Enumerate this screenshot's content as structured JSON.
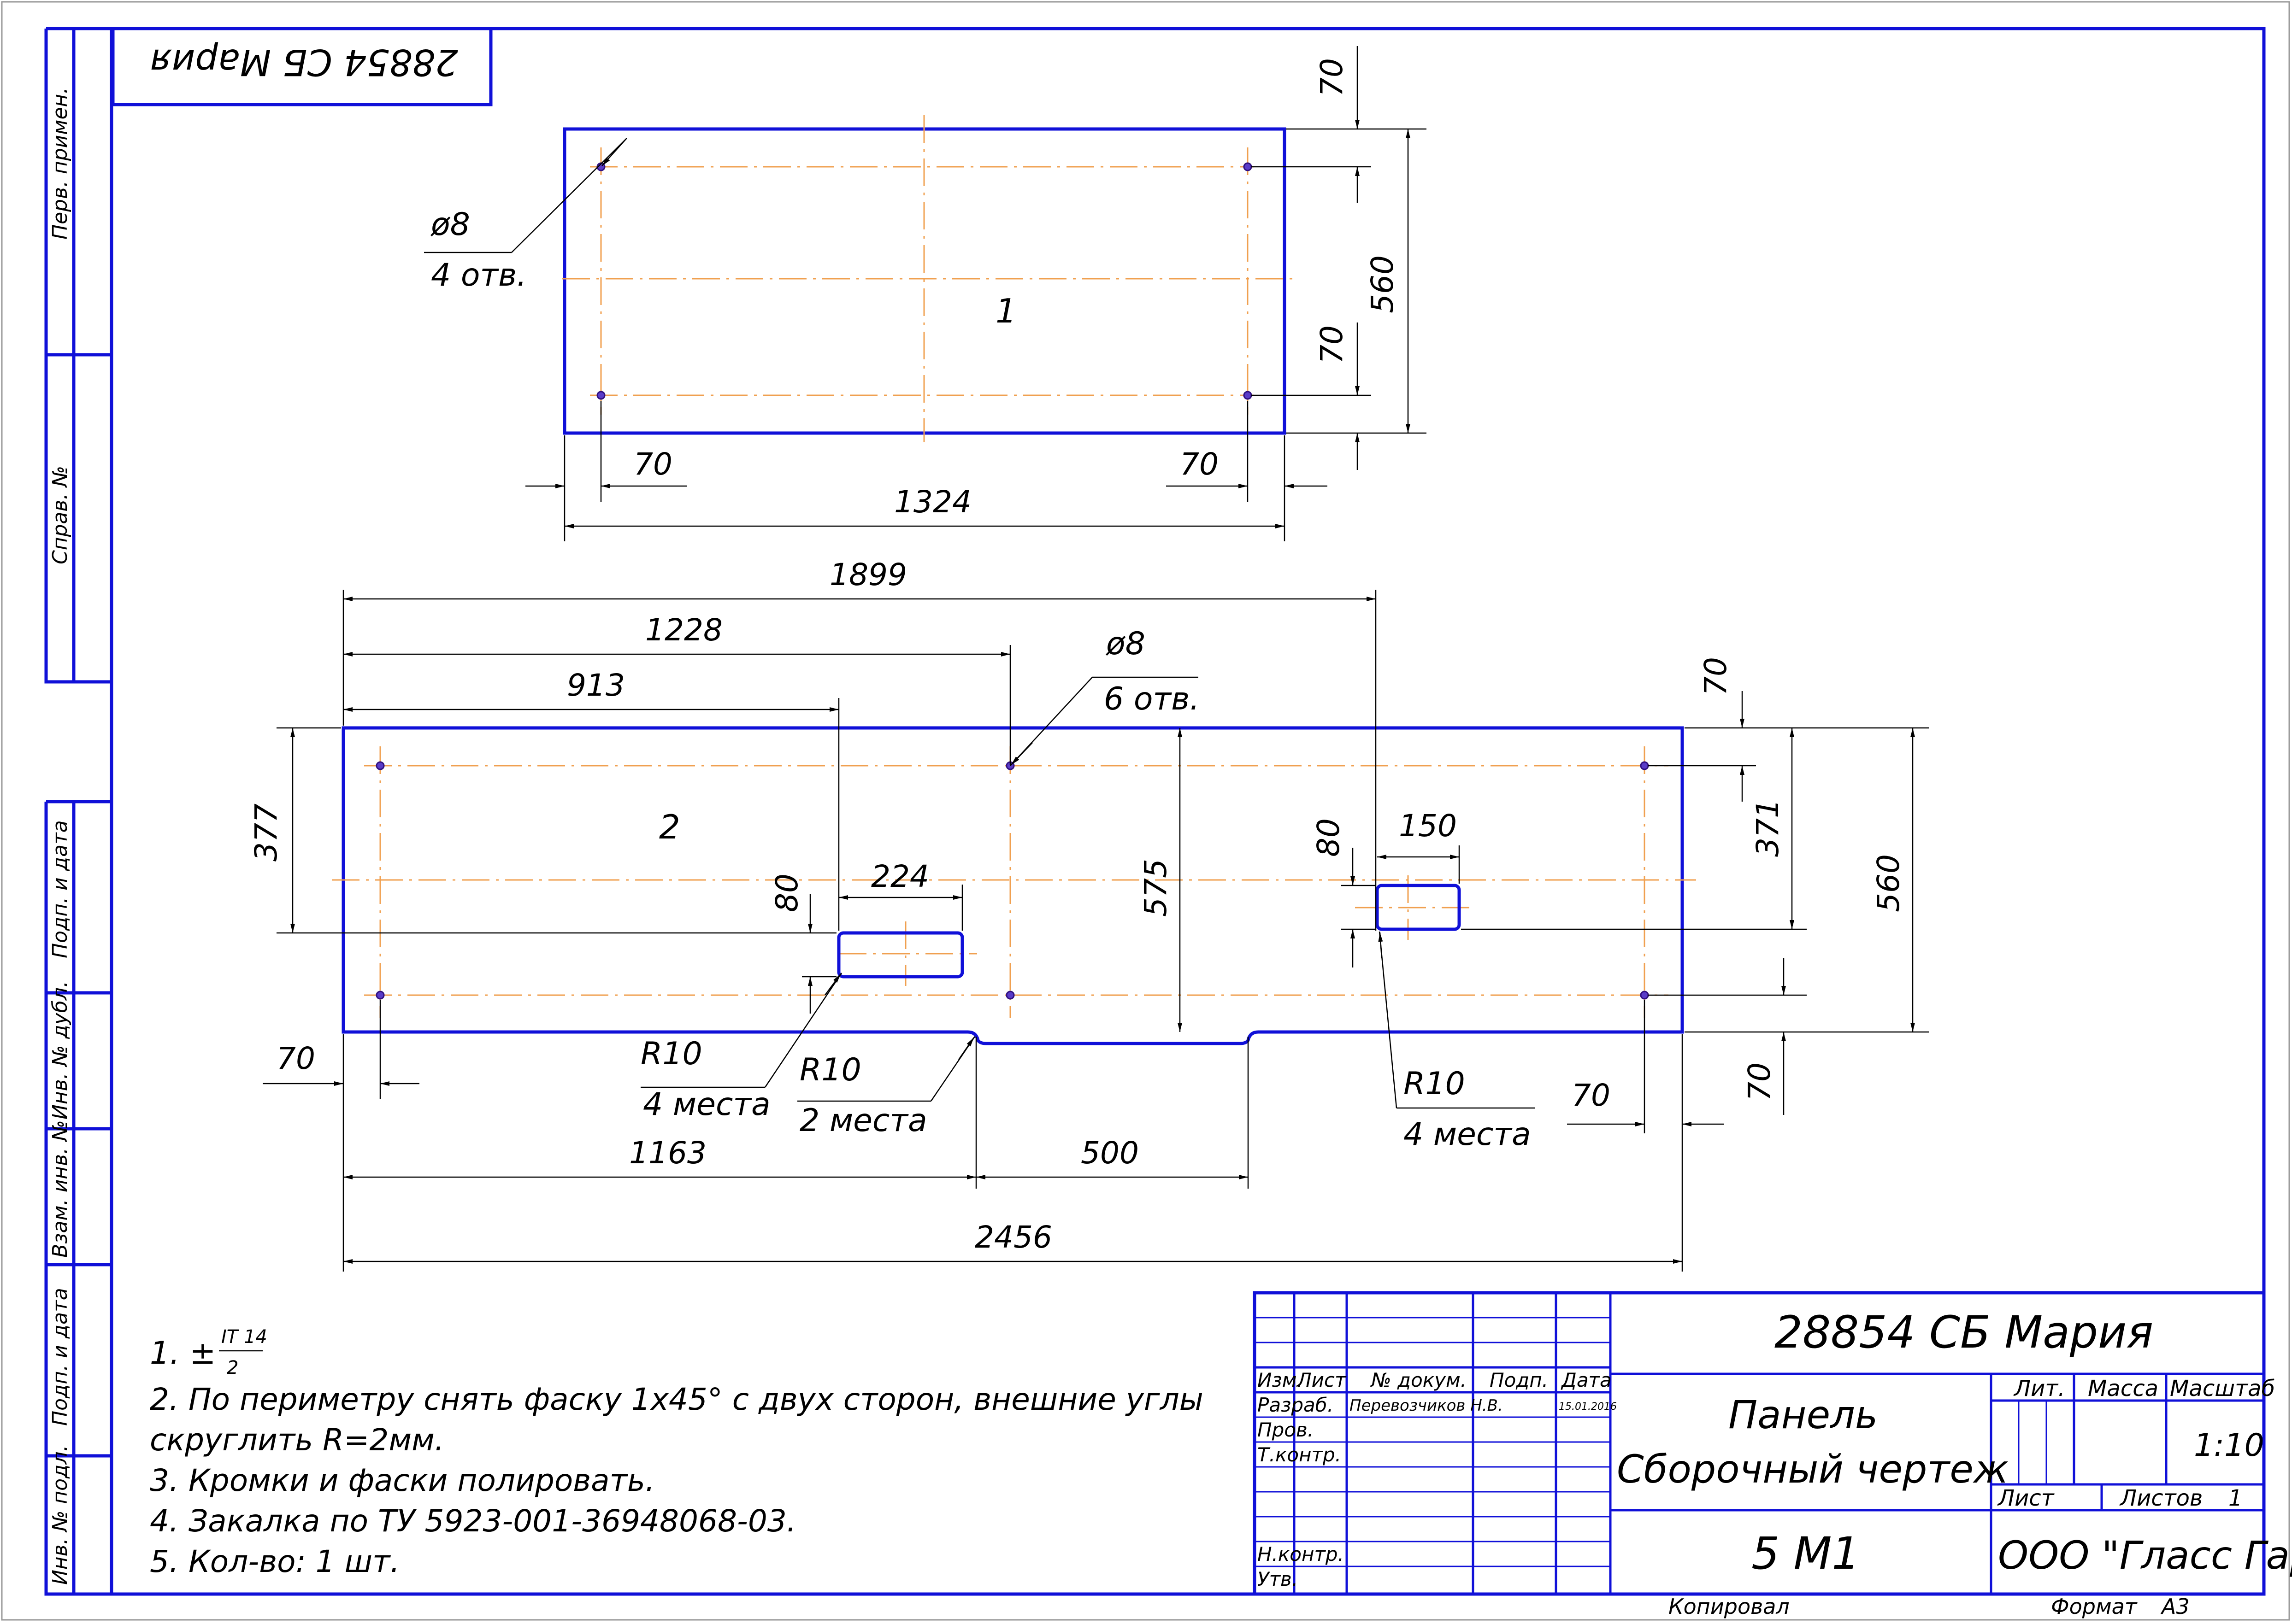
{
  "drawing": {
    "upside_title": "28854 СБ Мария",
    "stamp_columns": [
      "Перв. примен.",
      "Справ. №",
      "Подп. и дата",
      "Инв. № дубл.",
      "Взам. инв. №",
      "Подп. и дата",
      "Инв. № подл."
    ],
    "panel1": {
      "label": "1",
      "hole": "ø8",
      "hole_count": "4 отв.",
      "dims": {
        "top_offset": "70",
        "height": "560",
        "bottom_offset": "70",
        "left_offset": "70",
        "right_offset": "70",
        "width": "1324"
      }
    },
    "panel2": {
      "label": "2",
      "hole": "ø8",
      "hole_count": "6 отв.",
      "dims": {
        "d1899": "1899",
        "d1228": "1228",
        "d913": "913",
        "d377": "377",
        "d80a": "80",
        "d224": "224",
        "d575": "575",
        "d80b": "80",
        "d150": "150",
        "d70top": "70",
        "d371": "371",
        "d560": "560",
        "d70left": "70",
        "d1163": "1163",
        "d500": "500",
        "d2456": "2456",
        "d70right": "70",
        "d70bottom": "70"
      },
      "notes": {
        "r10a": "R10",
        "r10a_count": "4 места",
        "r10b": "R10",
        "r10b_count": "2 места",
        "r10c": "R10",
        "r10c_count": "4 места"
      }
    },
    "tech_notes": {
      "n1_prefix": "1. ±",
      "n1_num": "IT 14",
      "n1_den": "2",
      "n2": "2. По периметру снять фаску 1х45° с двух сторон, внешние углы",
      "n2b": "скруглить R=2мм.",
      "n3": "3. Кромки и фаски полировать.",
      "n4": "4.  Закалка по ТУ 5923-001-36948068-03.",
      "n5": "5. Кол-во: 1 шт."
    },
    "title_block": {
      "designation": "28854 СБ Мария",
      "name_line1": "Панель",
      "name_line2": "Сборочный чертеж",
      "material": "5 М1",
      "company": "ООО \"Гласс Гард\"",
      "lit": "Лит.",
      "mass": "Масса",
      "scale_label": "Масштаб",
      "scale": "1:10",
      "sheet": "Лист",
      "sheets": "Листов",
      "sheets_count": "1",
      "hdr_izm": "Изм.",
      "hdr_list": "Лист",
      "hdr_doc": "№ докум.",
      "hdr_sign": "Подп.",
      "hdr_date": "Дата",
      "row_razrab": "Разраб.",
      "razrab_name": "Перевозчиков Н.В.",
      "razrab_date": "15.01.2016",
      "row_prov": "Пров.",
      "row_tkontr": "Т.контр.",
      "row_nkontr": "Н.контр.",
      "row_utv": "Утв.",
      "copied": "Копировал",
      "format_label": "Формат",
      "format": "А3"
    }
  }
}
